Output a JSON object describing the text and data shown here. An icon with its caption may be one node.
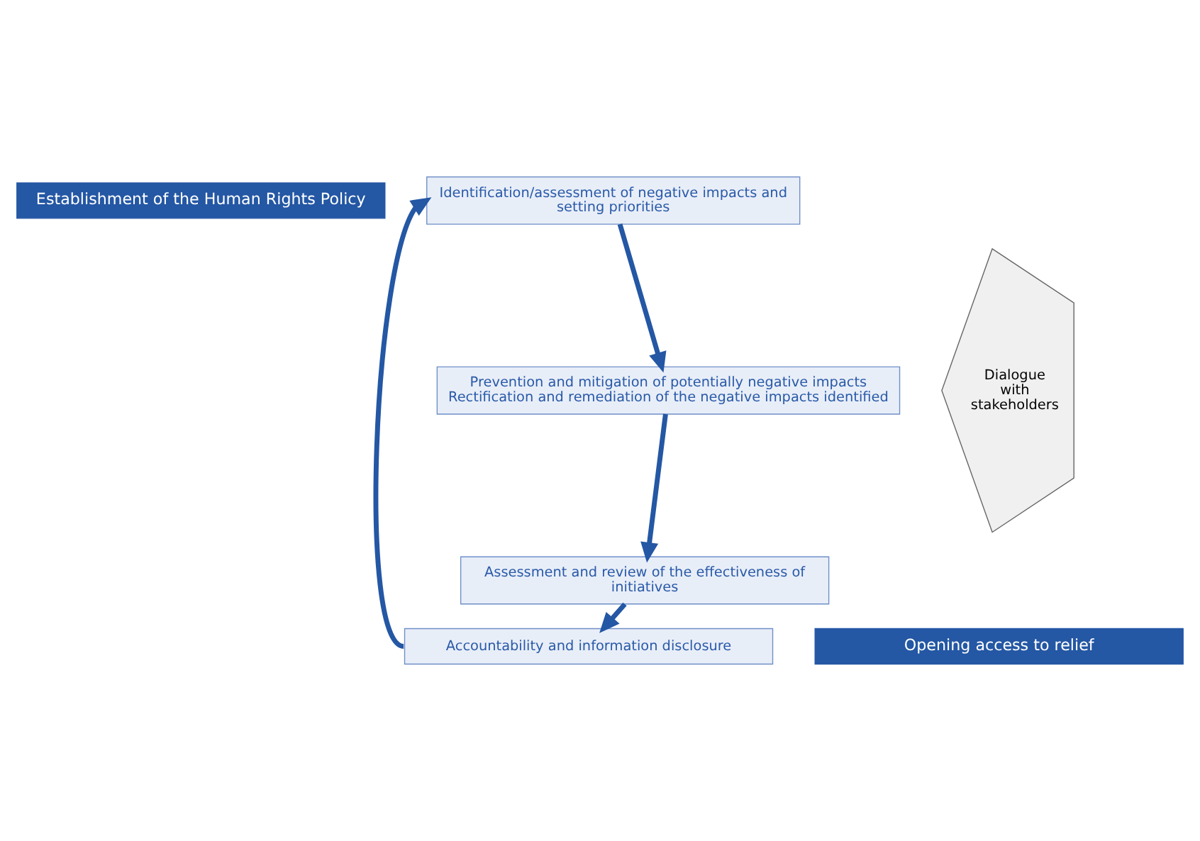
{
  "diagram": {
    "nodes": [
      {
        "text": [
          "Establishment of the Human Rights Policy"
        ]
      },
      {
        "text": [
          "Identification/assessment of negative impacts and setting priorities"
        ]
      },
      {
        "text": [
          "Prevention and mitigation of potentially negative impacts",
          "Rectification and remediation of the negative impacts identified"
        ]
      },
      {
        "text": [
          "Assessment and review of the effectiveness of initiatives"
        ]
      },
      {
        "text": [
          "Accountability and information disclosure"
        ]
      },
      {
        "text": [
          "Opening access to relief"
        ]
      },
      {
        "text": [
          "Dialogue with stakeholders"
        ]
      }
    ],
    "edges": [
      {
        "from": 1,
        "to": 2,
        "arrow": "to"
      },
      {
        "from": 2,
        "to": 3,
        "arrow": "to"
      },
      {
        "from": 3,
        "to": 4,
        "arrow": "to"
      },
      {
        "from": 4,
        "to": 1,
        "arrow": "to"
      }
    ]
  }
}
